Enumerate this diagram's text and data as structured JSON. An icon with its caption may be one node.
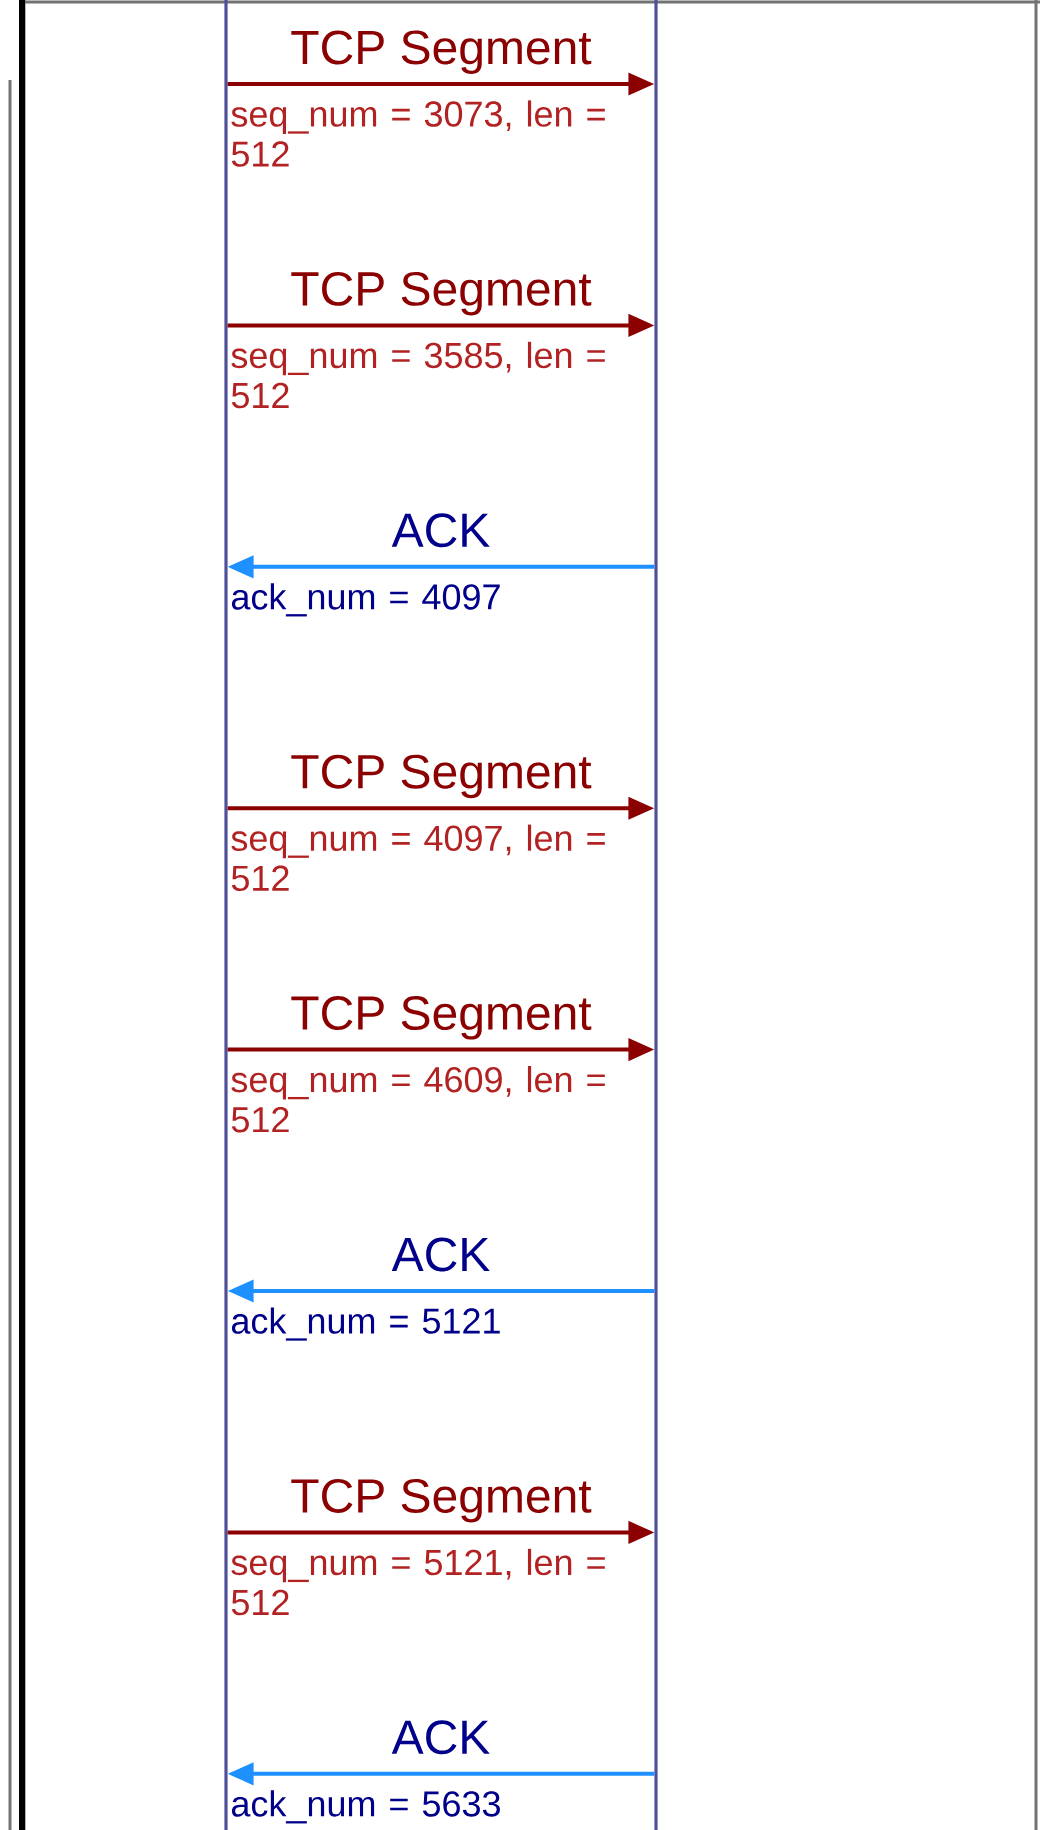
{
  "diagram": {
    "nodes": [
      {
        "text": [],
        "shape": "bar"
      },
      {
        "text": [],
        "shape": "bar"
      }
    ],
    "edges": [
      {
        "from": 0,
        "to": 1,
        "arrow": "to",
        "label": "TCP Segment"
      },
      {
        "from": 0,
        "to": 1,
        "arrow": "to",
        "label": "TCP Segment"
      },
      {
        "from": 1,
        "to": 0,
        "arrow": "to",
        "label": "ACK",
        "color": "#1e90ff"
      },
      {
        "from": 0,
        "to": 1,
        "arrow": "to",
        "label": "TCP Segment"
      },
      {
        "from": 0,
        "to": 1,
        "arrow": "to",
        "label": "TCP Segment"
      },
      {
        "from": 1,
        "to": 0,
        "arrow": "to",
        "label": "ACK",
        "color": "#1e90ff"
      },
      {
        "from": 0,
        "to": 1,
        "arrow": "to",
        "label": "TCP Segment"
      },
      {
        "from": 1,
        "to": 0,
        "arrow": "to",
        "label": "ACK",
        "color": "#1e90ff"
      }
    ],
    "labels": [
      "seq_num = 3073, len = 512",
      "seq_num = 3585, len = 512",
      "ack_num = 4097",
      "seq_num = 4097, len = 512",
      "seq_num = 4609, len = 512",
      "ack_num = 5121",
      "seq_num = 5121, len = 512",
      "ack_num = 5633"
    ]
  }
}
